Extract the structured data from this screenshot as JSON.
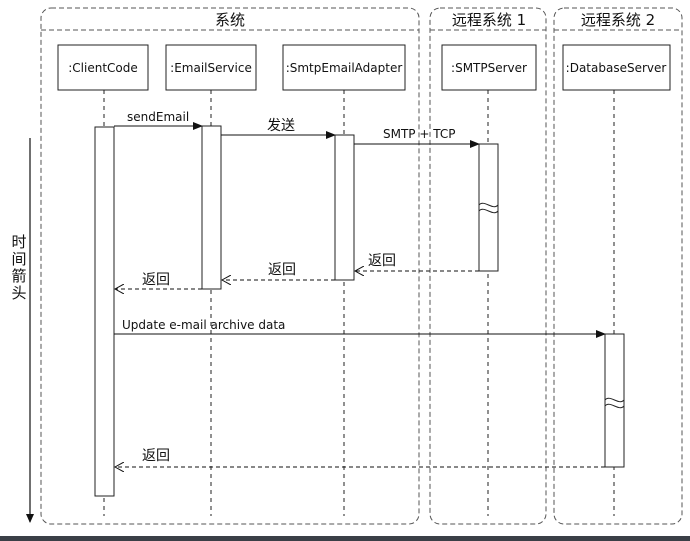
{
  "frames": [
    {
      "id": "system",
      "title": "系统"
    },
    {
      "id": "remote1",
      "title": "远程系统 1"
    },
    {
      "id": "remote2",
      "title": "远程系统 2"
    }
  ],
  "lifelines": [
    {
      "id": "client",
      "label": ":ClientCode"
    },
    {
      "id": "email",
      "label": ":EmailService"
    },
    {
      "id": "adapter",
      "label": ":SmtpEmailAdapter"
    },
    {
      "id": "smtp",
      "label": ":SMTPServer"
    },
    {
      "id": "db",
      "label": ":DatabaseServer"
    }
  ],
  "messages": [
    {
      "id": "send-email",
      "label": "sendEmail",
      "kind": "call"
    },
    {
      "id": "send",
      "label": "发送",
      "kind": "call"
    },
    {
      "id": "smtp-tcp",
      "label": "SMTP + TCP",
      "kind": "call"
    },
    {
      "id": "return-smtp",
      "label": "返回",
      "kind": "return"
    },
    {
      "id": "return-adapter",
      "label": "返回",
      "kind": "return"
    },
    {
      "id": "return-email",
      "label": "返回",
      "kind": "return"
    },
    {
      "id": "update-archive",
      "label": "Update e-mail archive data",
      "kind": "call"
    },
    {
      "id": "return-db",
      "label": "返回",
      "kind": "return"
    }
  ],
  "time_axis": {
    "label": [
      "时",
      "间",
      "箭",
      "头"
    ]
  },
  "colors": {
    "line": "#111111",
    "frame": "#555555",
    "background": "#ffffff"
  }
}
